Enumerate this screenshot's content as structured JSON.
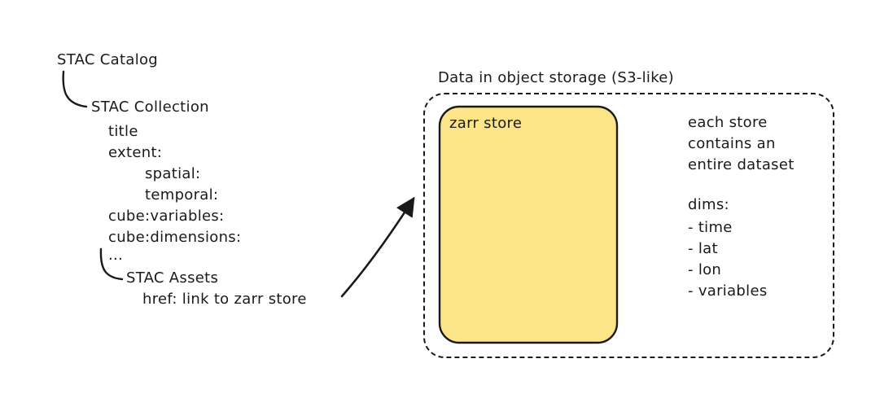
{
  "tree": {
    "catalog": "STAC Catalog",
    "collection": "STAC Collection",
    "fields": [
      "title",
      "extent:",
      "spatial:",
      "temporal:",
      "cube:variables:",
      "cube:dimensions:",
      "..."
    ],
    "assets": "STAC Assets",
    "href": "href: link to zarr store"
  },
  "storage": {
    "title": "Data in object storage (S3-like)",
    "zarr_label": "zarr store",
    "note": "each store\ncontains an\nentire dataset",
    "dims_title": "dims:",
    "dims": [
      "- time",
      "- lat",
      "- lon",
      "- variables"
    ],
    "zarr_fill": "#fce588",
    "ink_color": "#1a1a1a"
  }
}
